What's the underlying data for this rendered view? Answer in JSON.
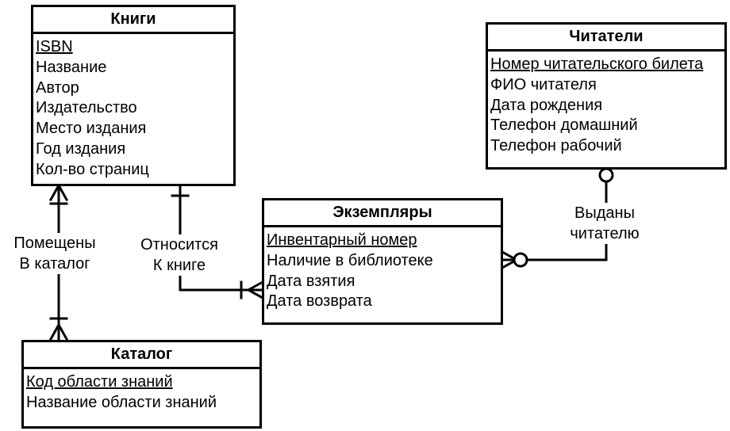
{
  "entities": {
    "books": {
      "title": "Книги",
      "attrs": [
        "ISBN",
        "Название",
        "Автор",
        "Издательство",
        "Место издания",
        "Год издания",
        "Кол-во страниц"
      ]
    },
    "readers": {
      "title": "Читатели",
      "attrs": [
        "Номер читательского билета",
        "ФИО читателя",
        "Дата рождения",
        "Телефон домашний",
        "Телефон рабочий"
      ]
    },
    "copies": {
      "title": "Экземпляры",
      "attrs": [
        "Инвентарный номер",
        "Наличие в библиотеке",
        "Дата взятия",
        "Дата возврата"
      ]
    },
    "catalog": {
      "title": "Каталог",
      "attrs": [
        "Код области знаний",
        "Название области знаний"
      ]
    }
  },
  "relationships": {
    "placed": {
      "line1": "Помещены",
      "line2": "В каталог"
    },
    "belongs": {
      "line1": "Относится",
      "line2": "К книге"
    },
    "issued": {
      "line1": "Выданы",
      "line2": "читателю"
    }
  }
}
